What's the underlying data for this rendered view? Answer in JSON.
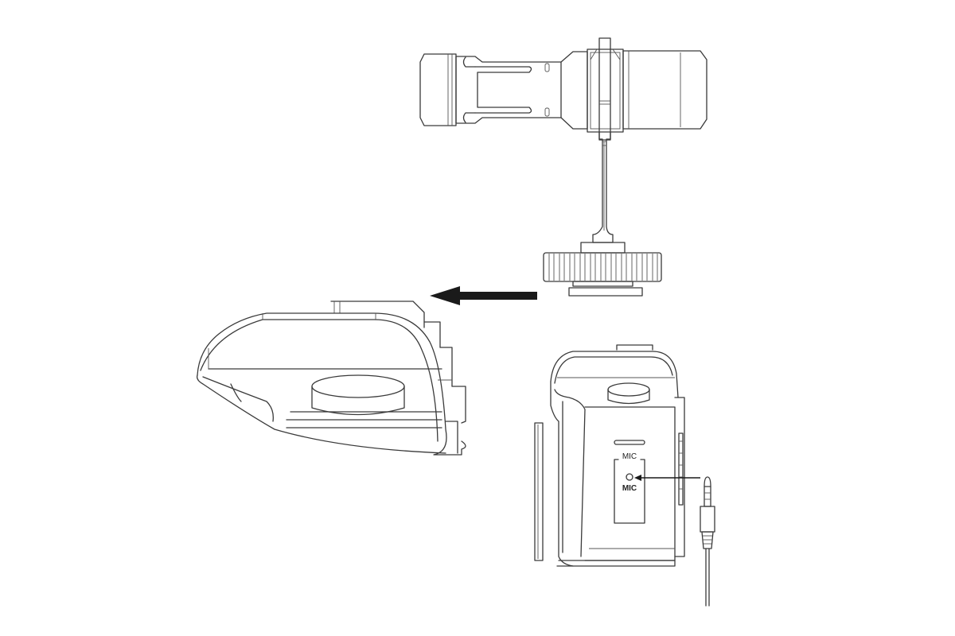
{
  "diagram": {
    "type": "instruction-illustration",
    "subject": "Mounting a shotgun microphone on a camera and connecting it to the MIC input",
    "components": [
      {
        "id": "microphone",
        "label": "Shotgun microphone with shoe mount",
        "icon": "microphone-icon"
      },
      {
        "id": "camera-top",
        "label": "Camera top view (hot shoe)",
        "icon": "camera-icon"
      },
      {
        "id": "camera-side",
        "label": "Camera side view with MIC port",
        "icon": "camera-icon"
      },
      {
        "id": "plug",
        "label": "3.5mm audio plug with cable",
        "icon": "audio-plug-icon"
      }
    ],
    "arrows": [
      {
        "from": "microphone",
        "to": "camera-top",
        "meaning": "slide mount into hot shoe"
      },
      {
        "from": "plug",
        "to": "camera-side",
        "meaning": "insert plug into MIC port"
      }
    ],
    "labels": {
      "mic_port_upper": "MIC",
      "mic_port_lower": "MIC"
    },
    "colors": {
      "line": "#3a3a3a",
      "arrow": "#1a1a1a",
      "background": "#ffffff"
    }
  }
}
